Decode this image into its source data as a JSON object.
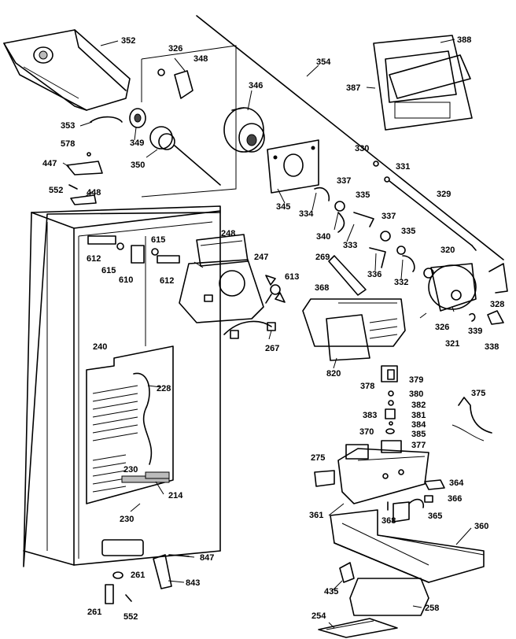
{
  "callouts": [
    {
      "text": "352"
    },
    {
      "text": "326"
    },
    {
      "text": "348"
    },
    {
      "text": "388"
    },
    {
      "text": "354"
    },
    {
      "text": "387"
    },
    {
      "text": "346"
    },
    {
      "text": "353"
    },
    {
      "text": "349"
    },
    {
      "text": "578"
    },
    {
      "text": "350"
    },
    {
      "text": "447"
    },
    {
      "text": "330"
    },
    {
      "text": "331"
    },
    {
      "text": "552"
    },
    {
      "text": "448"
    },
    {
      "text": "337"
    },
    {
      "text": "335"
    },
    {
      "text": "329"
    },
    {
      "text": "345"
    },
    {
      "text": "334"
    },
    {
      "text": "337"
    },
    {
      "text": "335"
    },
    {
      "text": "340"
    },
    {
      "text": "333"
    },
    {
      "text": "248"
    },
    {
      "text": "615"
    },
    {
      "text": "612"
    },
    {
      "text": "615"
    },
    {
      "text": "247"
    },
    {
      "text": "269"
    },
    {
      "text": "320"
    },
    {
      "text": "610"
    },
    {
      "text": "612"
    },
    {
      "text": "613"
    },
    {
      "text": "336"
    },
    {
      "text": "332"
    },
    {
      "text": "368"
    },
    {
      "text": "328"
    },
    {
      "text": "326"
    },
    {
      "text": "321"
    },
    {
      "text": "339"
    },
    {
      "text": "338"
    },
    {
      "text": "240"
    },
    {
      "text": "267"
    },
    {
      "text": "820"
    },
    {
      "text": "379"
    },
    {
      "text": "378"
    },
    {
      "text": "228"
    },
    {
      "text": "380"
    },
    {
      "text": "375"
    },
    {
      "text": "382"
    },
    {
      "text": "381"
    },
    {
      "text": "383"
    },
    {
      "text": "384"
    },
    {
      "text": "385"
    },
    {
      "text": "370"
    },
    {
      "text": "377"
    },
    {
      "text": "275"
    },
    {
      "text": "230"
    },
    {
      "text": "214"
    },
    {
      "text": "364"
    },
    {
      "text": "366"
    },
    {
      "text": "361"
    },
    {
      "text": "365"
    },
    {
      "text": "230"
    },
    {
      "text": "368"
    },
    {
      "text": "360"
    },
    {
      "text": "847"
    },
    {
      "text": "261"
    },
    {
      "text": "843"
    },
    {
      "text": "435"
    },
    {
      "text": "261"
    },
    {
      "text": "552"
    },
    {
      "text": "258"
    },
    {
      "text": "254"
    }
  ]
}
